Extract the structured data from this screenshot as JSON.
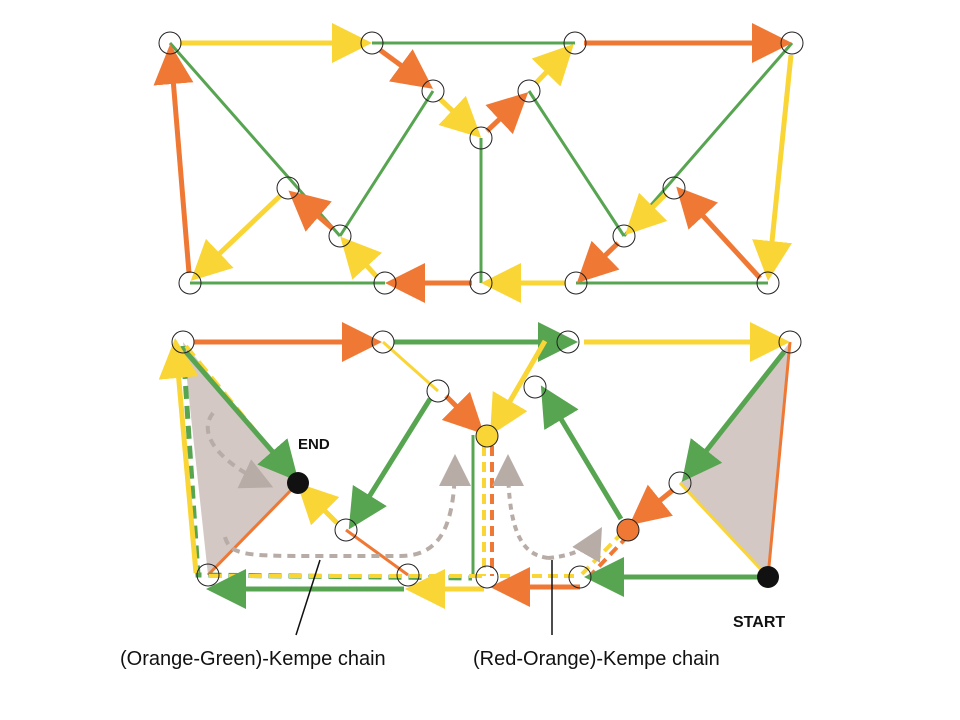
{
  "colors": {
    "yellow": "#f9d535",
    "orange": "#ef7834",
    "green": "#57a451",
    "gray_fill": "#d3c8c4",
    "gray_dash": "#b8aca6",
    "node_black": "#111111"
  },
  "labels": {
    "end": "END",
    "start": "START",
    "orange_green_chain": "(Orange-Green)-Kempe chain",
    "red_orange_chain": "(Red-Orange)-Kempe chain"
  }
}
